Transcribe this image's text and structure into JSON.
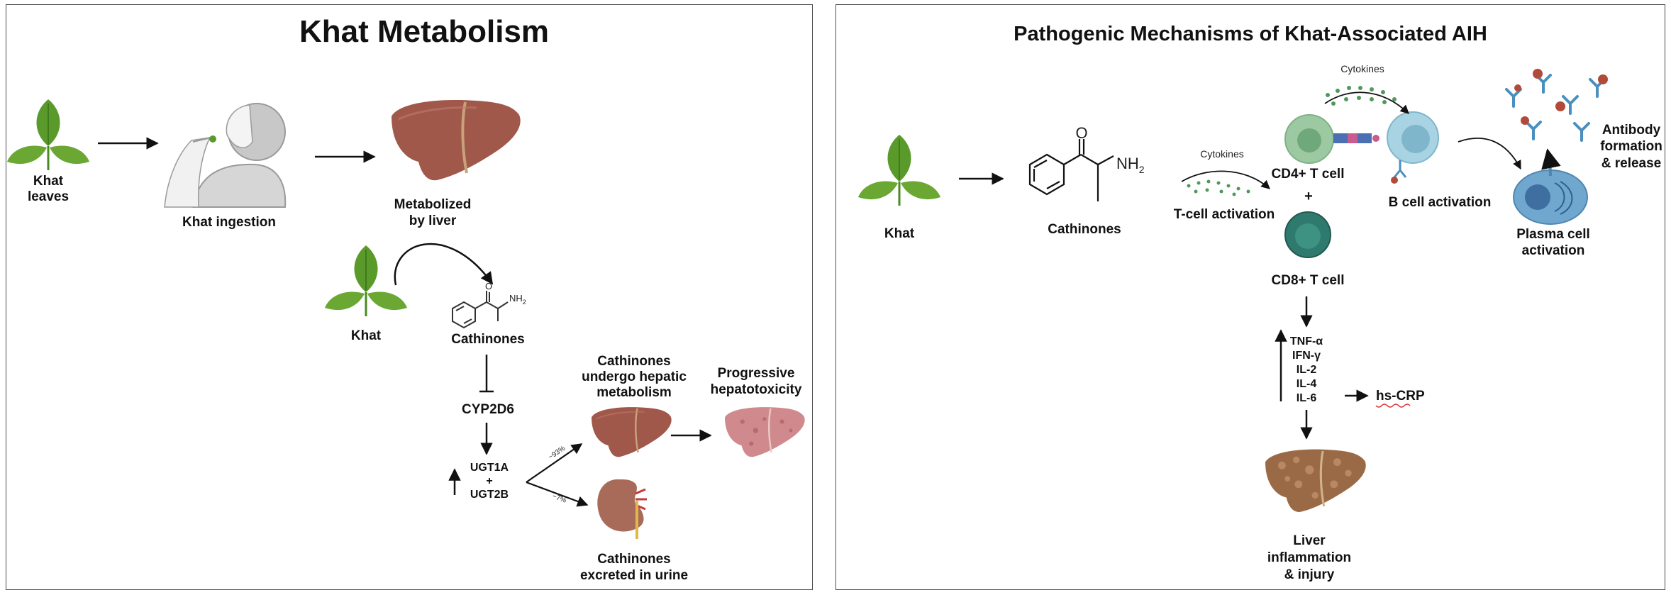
{
  "left_panel": {
    "title": "Khat Metabolism",
    "khat_leaves": [
      "Khat",
      "leaves"
    ],
    "khat_ingestion": "Khat ingestion",
    "metabolized": [
      "Metabolized",
      "by liver"
    ],
    "khat": "Khat",
    "cathinones": "Cathinones",
    "nh2_label": "NH",
    "nh2_sub": "2",
    "cyp2d6": "CYP2D6",
    "ugt": [
      "UGT1A",
      "+",
      "UGT2B"
    ],
    "pct_liver": "~93%",
    "pct_kidney": "~7%",
    "hepatic": [
      "Cathinones",
      "undergo hepatic",
      "metabolism"
    ],
    "progressive": [
      "Progressive",
      "hepatotoxicity"
    ],
    "excreted": [
      "Cathinones",
      "excreted in urine"
    ]
  },
  "right_panel": {
    "title": "Pathogenic Mechanisms of Khat-Associated AIH",
    "khat": "Khat",
    "cathinones": "Cathinones",
    "nh2_label": "NH",
    "nh2_sub": "2",
    "o_label": "O",
    "cytokines_top": "Cytokines",
    "cytokines_mid": "Cytokines",
    "tcell_activation": "T-cell activation",
    "cd4": "CD4+ T cell",
    "plus": "+",
    "cd8": "CD8+ T cell",
    "bcell": "B cell activation",
    "antibody": [
      "Antibody",
      "formation",
      "& release"
    ],
    "plasma": [
      "Plasma cell",
      "activation"
    ],
    "cytokine_list": [
      "TNF-α",
      "IFN-γ",
      "IL-2",
      "IL-4",
      "IL-6"
    ],
    "hscrp": "hs-CRP",
    "liver_inflammation": [
      "Liver",
      "inflammation",
      "& injury"
    ]
  },
  "colors": {
    "leaf": "#5a9a2a",
    "liver": "#a0584a",
    "cd4": "#9dc9a2",
    "bcell": "#a7d3e2",
    "cd8": "#2f7a6e",
    "plasma": "#6fa7cf"
  }
}
